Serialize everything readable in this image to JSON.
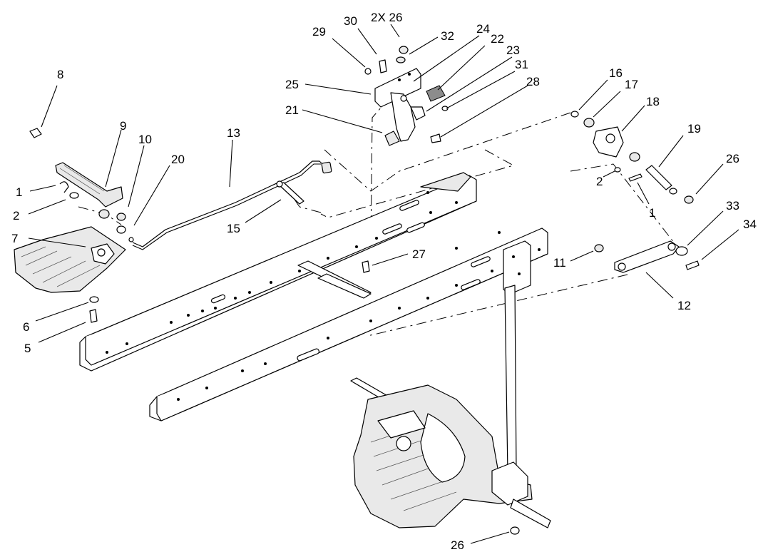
{
  "callouts": [
    {
      "id": "c8",
      "text": "8"
    },
    {
      "id": "c9",
      "text": "9"
    },
    {
      "id": "c10",
      "text": "10"
    },
    {
      "id": "c20",
      "text": "20"
    },
    {
      "id": "c1a",
      "text": "1"
    },
    {
      "id": "c2a",
      "text": "2"
    },
    {
      "id": "c7",
      "text": "7"
    },
    {
      "id": "c6",
      "text": "6"
    },
    {
      "id": "c5",
      "text": "5"
    },
    {
      "id": "c13",
      "text": "13"
    },
    {
      "id": "c15",
      "text": "15"
    },
    {
      "id": "c29",
      "text": "29"
    },
    {
      "id": "c30",
      "text": "30"
    },
    {
      "id": "c2x26",
      "text": "2X 26"
    },
    {
      "id": "c32",
      "text": "32"
    },
    {
      "id": "c24",
      "text": "24"
    },
    {
      "id": "c22",
      "text": "22"
    },
    {
      "id": "c23",
      "text": "23"
    },
    {
      "id": "c31",
      "text": "31"
    },
    {
      "id": "c28",
      "text": "28"
    },
    {
      "id": "c25",
      "text": "25"
    },
    {
      "id": "c21",
      "text": "21"
    },
    {
      "id": "c27",
      "text": "27"
    },
    {
      "id": "c16",
      "text": "16"
    },
    {
      "id": "c17",
      "text": "17"
    },
    {
      "id": "c18",
      "text": "18"
    },
    {
      "id": "c19",
      "text": "19"
    },
    {
      "id": "c26a",
      "text": "26"
    },
    {
      "id": "c2b",
      "text": "2"
    },
    {
      "id": "c1b",
      "text": "1"
    },
    {
      "id": "c33",
      "text": "33"
    },
    {
      "id": "c34",
      "text": "34"
    },
    {
      "id": "c11",
      "text": "11"
    },
    {
      "id": "c12",
      "text": "12"
    },
    {
      "id": "c26b",
      "text": "26"
    }
  ]
}
